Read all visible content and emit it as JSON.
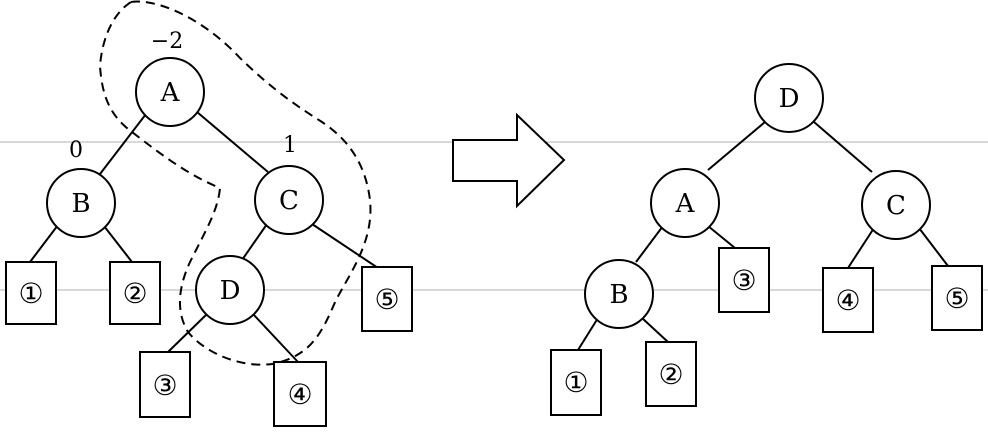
{
  "before": {
    "nodes": {
      "A": "A",
      "B": "B",
      "C": "C",
      "D": "D"
    },
    "balance_factors": {
      "A": "−2",
      "B": "0",
      "C": "1"
    },
    "leaves": [
      "①",
      "②",
      "③",
      "④",
      "⑤"
    ]
  },
  "after": {
    "nodes": {
      "D": "D",
      "A": "A",
      "C": "C",
      "B": "B"
    },
    "leaves": [
      "①",
      "②",
      "③",
      "④",
      "⑤"
    ]
  }
}
